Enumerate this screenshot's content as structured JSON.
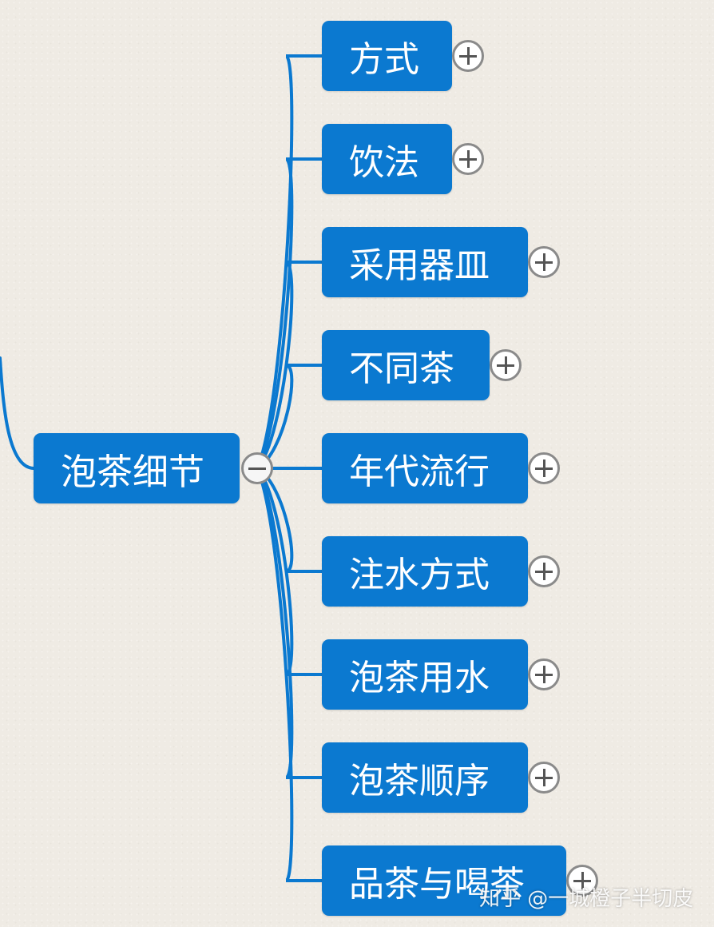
{
  "root": {
    "label": "泡茶细节"
  },
  "children": [
    {
      "label": "方式"
    },
    {
      "label": "饮法"
    },
    {
      "label": "采用器皿"
    },
    {
      "label": "不同茶"
    },
    {
      "label": "年代流行"
    },
    {
      "label": "注水方式"
    },
    {
      "label": "泡茶用水"
    },
    {
      "label": "泡茶顺序"
    },
    {
      "label": "品茶与喝茶"
    }
  ],
  "watermark": "知乎 @一城橙子半切皮",
  "colors": {
    "node": "#0b79d0",
    "line": "#0b79d0",
    "background": "#efebe4"
  },
  "icons": {
    "expand": "plus-circle-icon",
    "collapse": "minus-circle-icon"
  }
}
